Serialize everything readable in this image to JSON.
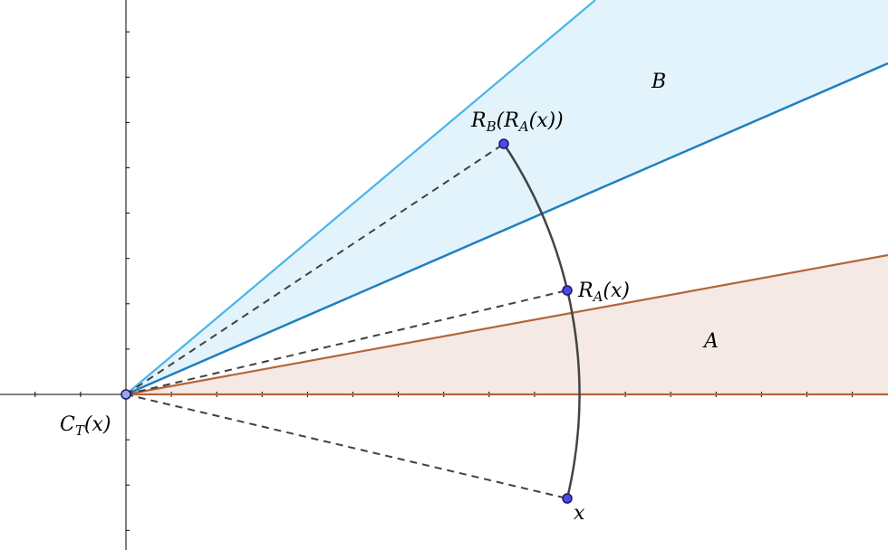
{
  "colors": {
    "background": "#ffffff",
    "axis": "#000000",
    "region_a_fill": "#f4e9e4",
    "region_a_stroke": "#b5643a",
    "region_b_fill": "#e3f3fc",
    "region_b_upper_stroke": "#49b4ea",
    "region_b_lower_stroke": "#1f7fbf",
    "dashed": "#404040",
    "arc": "#444444",
    "point_fill": "#4a4ae6",
    "point_stroke": "#1a1a66"
  },
  "labels": {
    "region_a": "A",
    "region_b": "B",
    "center": {
      "main": "C",
      "sub": "T",
      "rest": "(x)"
    },
    "point_x": "x",
    "point_ra": {
      "main": "R",
      "sub": "A",
      "rest": "(x)"
    },
    "point_rbra": {
      "main": "R",
      "sub1": "B",
      "mid": "(R",
      "sub2": "A",
      "rest": "(x))"
    }
  }
}
